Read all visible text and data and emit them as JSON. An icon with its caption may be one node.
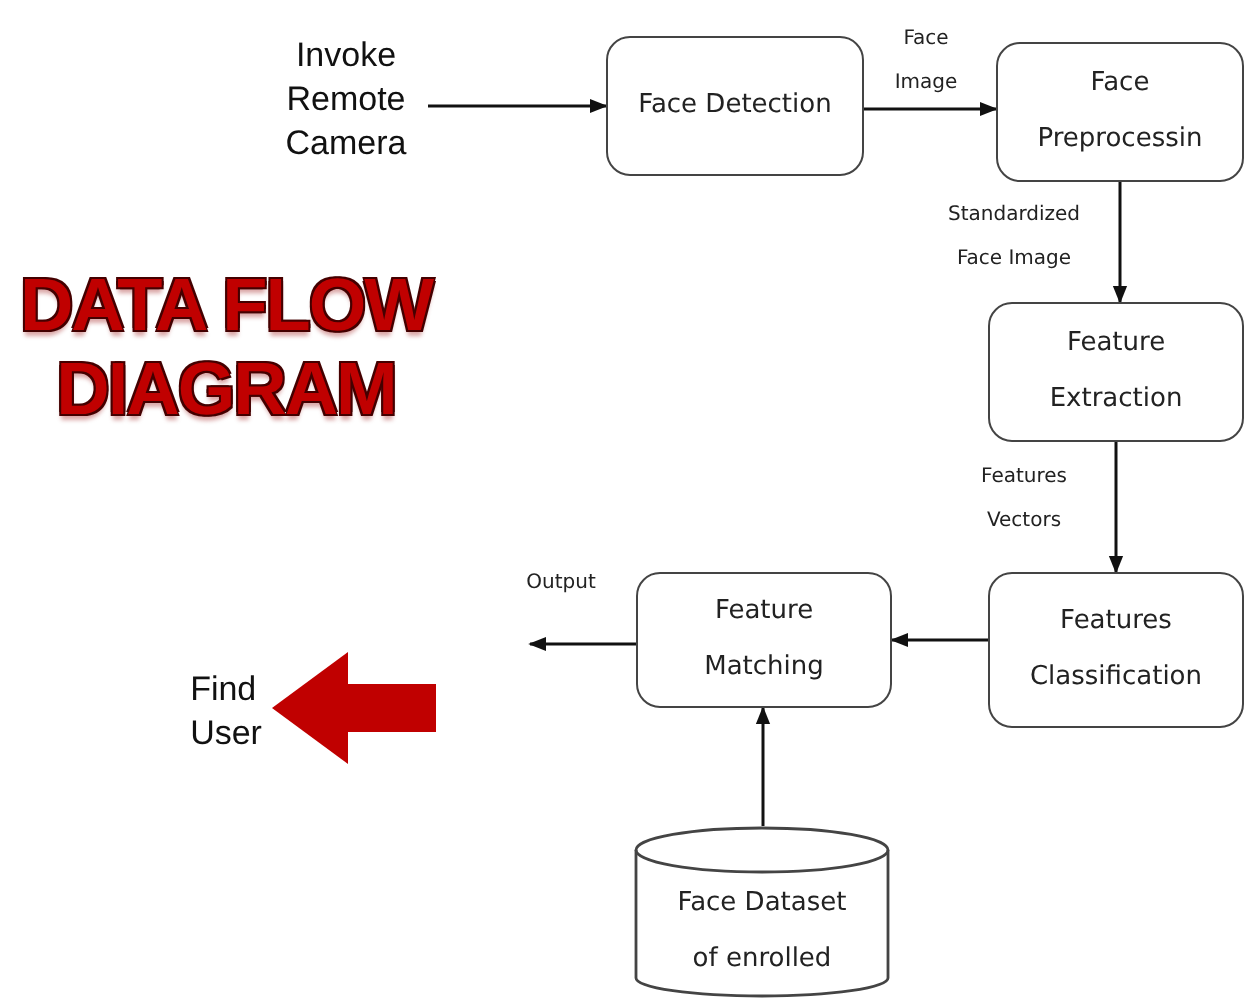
{
  "diagram": {
    "title": "DATA FLOW DIAGRAM",
    "nodes": [
      {
        "text": [
          "Invoke Remote Camera"
        ]
      },
      {
        "text": [
          "Face Detection"
        ]
      },
      {
        "text": [
          "Face Preprocessin"
        ]
      },
      {
        "text": [
          "Feature Extraction"
        ]
      },
      {
        "text": [
          "Features Classification"
        ]
      },
      {
        "text": [
          "Feature Matching"
        ]
      },
      {
        "text": [
          "Face Dataset of enrolled"
        ]
      },
      {
        "text": [
          "Find User"
        ]
      }
    ],
    "edges": [
      {
        "from": 0,
        "to": 1,
        "arrow": "to"
      },
      {
        "from": 1,
        "to": 2,
        "arrow": "to",
        "label": "Face Image"
      },
      {
        "from": 2,
        "to": 3,
        "arrow": "to",
        "label": "Standardized Face Image"
      },
      {
        "from": 3,
        "to": 4,
        "arrow": "to",
        "label": "Features Vectors"
      },
      {
        "from": 4,
        "to": 5,
        "arrow": "to"
      },
      {
        "from": 6,
        "to": 5,
        "arrow": "to"
      },
      {
        "from": 5,
        "to": null,
        "arrow": "to",
        "label": "Output"
      },
      {
        "from": null,
        "to": 7,
        "arrow": "to",
        "style": "thick",
        "color": "#c00000"
      }
    ]
  }
}
